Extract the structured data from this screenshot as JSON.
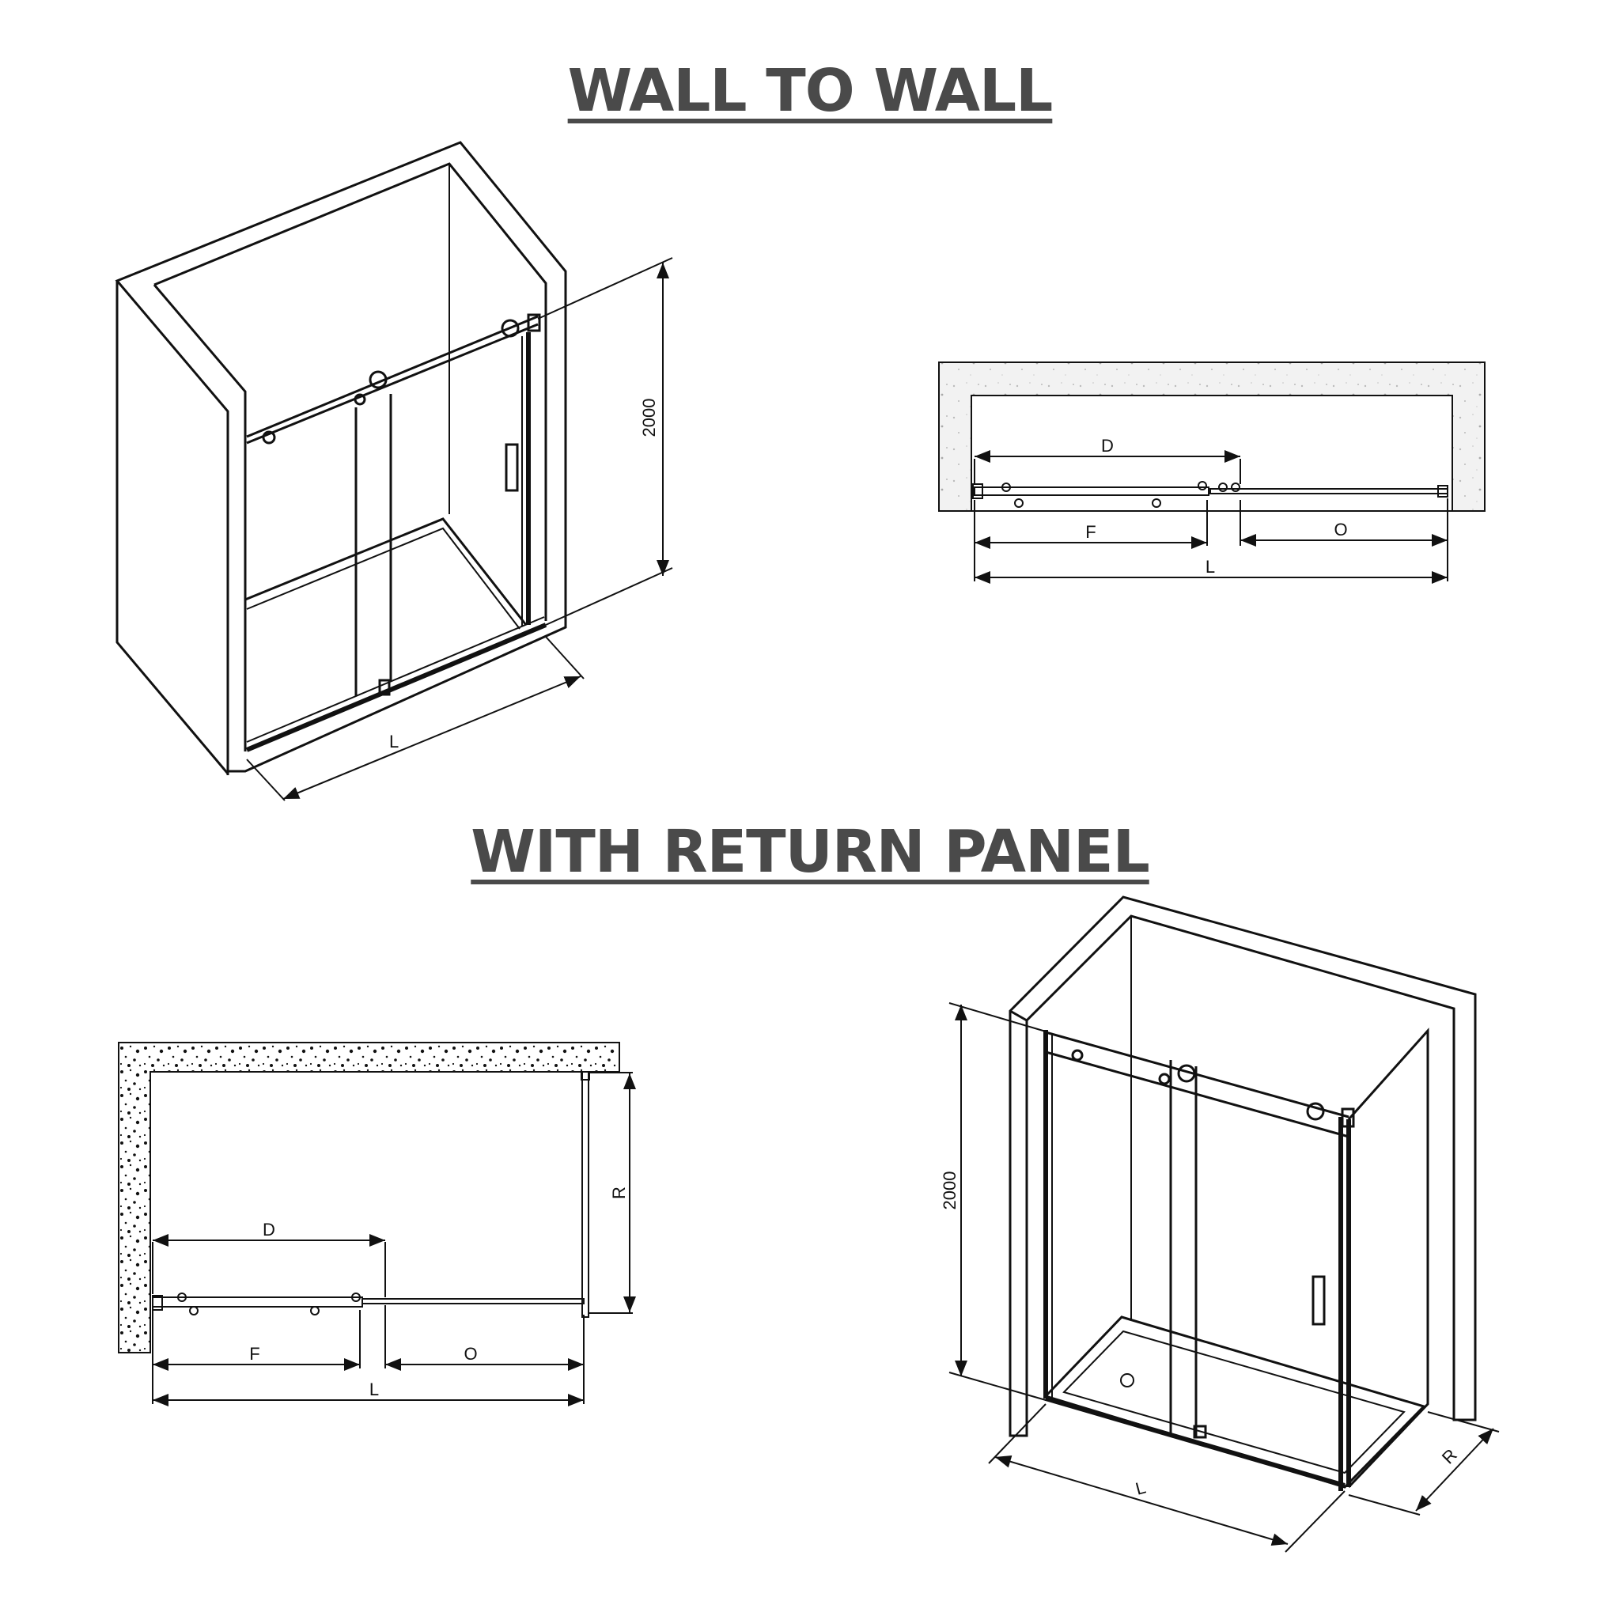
{
  "sections": {
    "wall_to_wall": {
      "title": "WALL TO WALL",
      "iso_view": {
        "height_label": "2000",
        "length_label": "L"
      },
      "plan_view": {
        "d_label": "D",
        "f_label": "F",
        "o_label": "O",
        "l_label": "L"
      }
    },
    "with_return_panel": {
      "title": "WITH RETURN PANEL",
      "plan_view": {
        "d_label": "D",
        "f_label": "F",
        "o_label": "O",
        "l_label": "L",
        "r_label": "R"
      },
      "iso_view": {
        "height_label": "2000",
        "length_label": "L",
        "return_label": "R"
      }
    }
  }
}
